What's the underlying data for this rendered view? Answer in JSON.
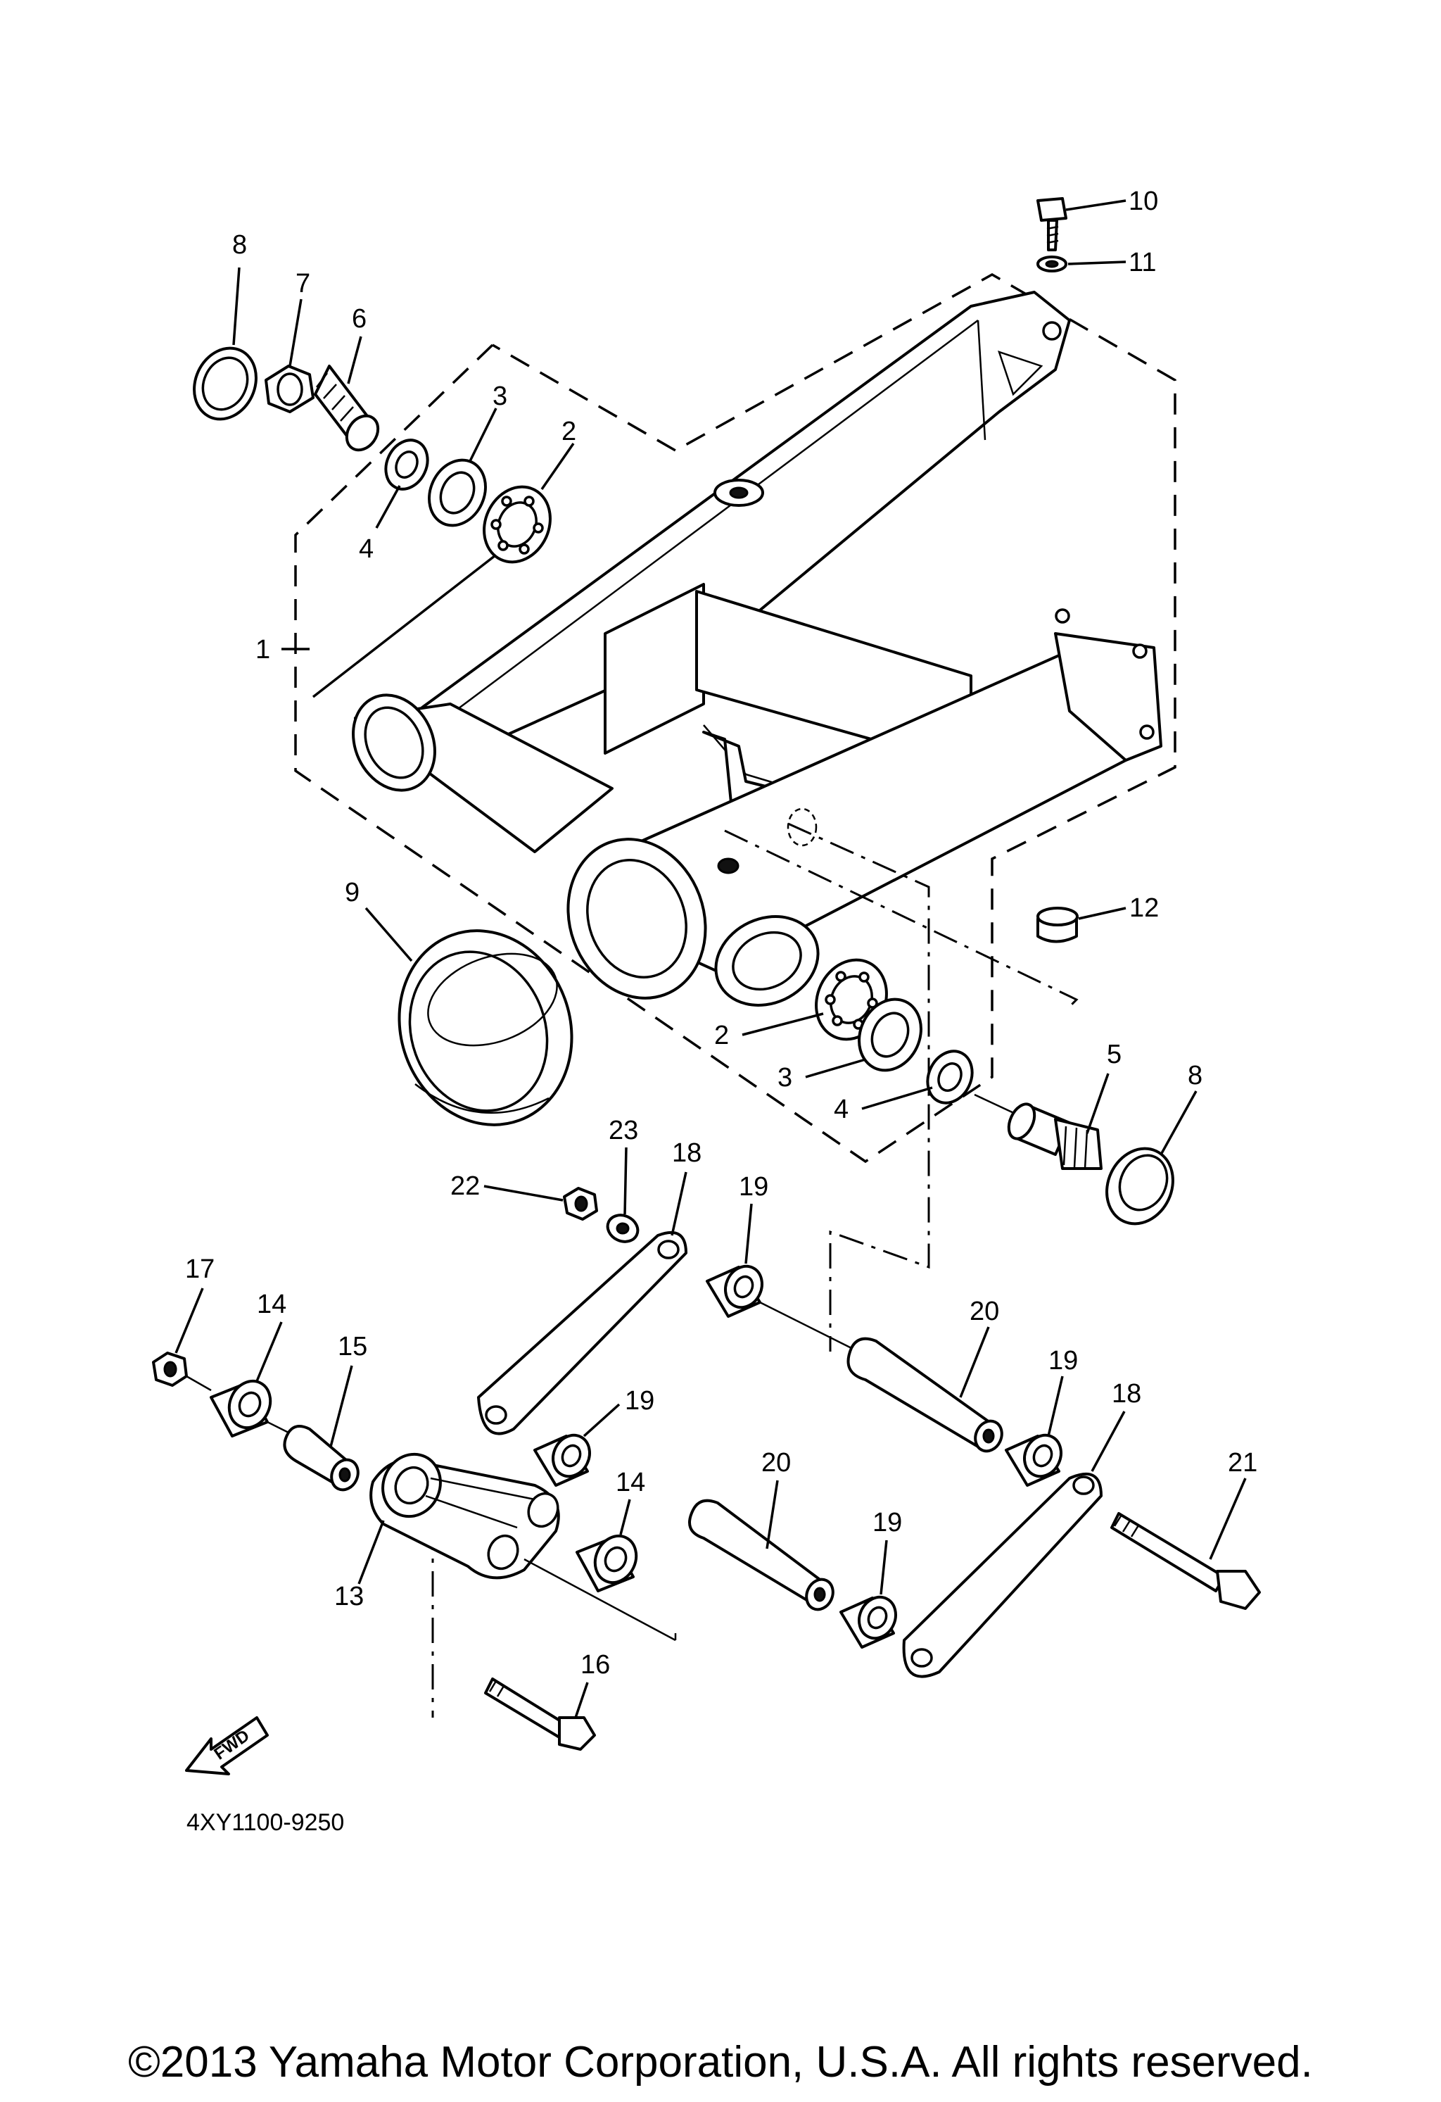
{
  "diagram": {
    "drawing_code": "4XY1100-9250",
    "copyright": "©2013 Yamaha Motor Corporation, U.S.A. All rights reserved.",
    "fwd_arrow_text": "FWD",
    "callouts": {
      "c1": "1",
      "c2a": "2",
      "c2b": "2",
      "c3a": "3",
      "c3b": "3",
      "c4a": "4",
      "c4b": "4",
      "c5": "5",
      "c6": "6",
      "c7": "7",
      "c8a": "8",
      "c8b": "8",
      "c9": "9",
      "c10": "10",
      "c11": "11",
      "c12": "12",
      "c13": "13",
      "c14a": "14",
      "c14b": "14",
      "c15": "15",
      "c16": "16",
      "c17": "17",
      "c18a": "18",
      "c18b": "18",
      "c19a": "19",
      "c19b": "19",
      "c19c": "19",
      "c19d": "19",
      "c20a": "20",
      "c20b": "20",
      "c21": "21",
      "c22": "22",
      "c23": "23"
    }
  }
}
